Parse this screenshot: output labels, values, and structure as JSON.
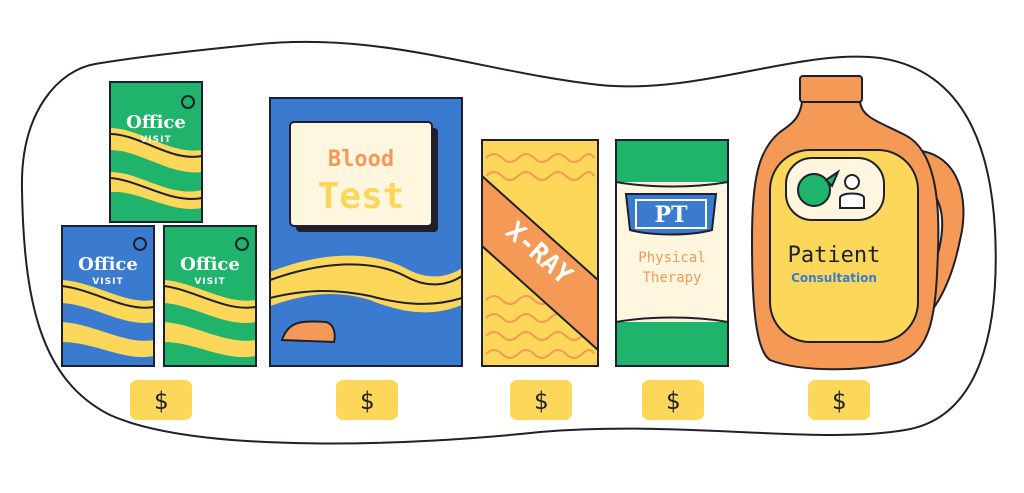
{
  "colors": {
    "outline": "#1f1f2e",
    "green": "#1fb36b",
    "blue": "#3a7bd0",
    "yellow": "#fcd75a",
    "orange": "#f49a56",
    "cream": "#fff6df",
    "white": "#ffffff"
  },
  "items": {
    "office_visit": {
      "line1": "Office",
      "line2": "VISIT",
      "price": "$"
    },
    "blood_test": {
      "line1": "Blood",
      "line2": "Test",
      "price": "$"
    },
    "xray": {
      "label": "X-RAY",
      "price": "$"
    },
    "physical_therapy": {
      "abbr": "PT",
      "line1": "Physical",
      "line2": "Therapy",
      "price": "$"
    },
    "patient_consultation": {
      "line1": "Patient",
      "line2": "Consultation",
      "price": "$"
    }
  }
}
